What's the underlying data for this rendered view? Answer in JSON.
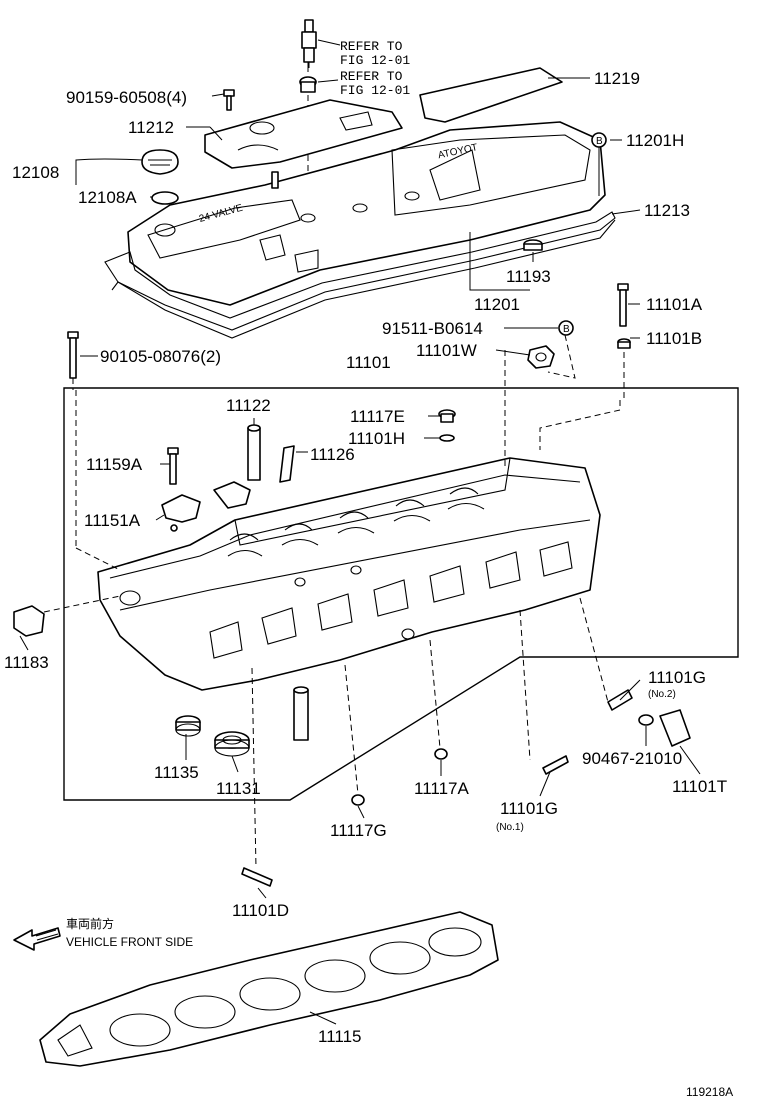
{
  "diagram_id": "119218A",
  "direction_note": {
    "jp": "車両前方",
    "en": "VEHICLE FRONT SIDE"
  },
  "cover_text": {
    "brand": "TOYOTA",
    "valve": "24 VALVE"
  },
  "labels": {
    "refer_1a": "REFER TO",
    "refer_1b": "FIG 12-01",
    "refer_2a": "REFER TO",
    "refer_2b": "FIG 12-01",
    "p90159": "90159-60508(4)",
    "p11219": "11219",
    "p11212": "11212",
    "p11201H": "11201H",
    "p12108": "12108",
    "p12108A": "12108A",
    "p11213": "11213",
    "p11193": "11193",
    "p11201": "11201",
    "p11101A": "11101A",
    "p91511": "91511-B0614",
    "p11101B": "11101B",
    "p90105": "90105-08076(2)",
    "p11101W": "11101W",
    "p11101": "11101",
    "p11122": "11122",
    "p11117E": "11117E",
    "p11101H": "11101H",
    "p11126": "11126",
    "p11159A": "11159A",
    "p11151A": "11151A",
    "p11183": "11183",
    "p11101G_2": "11101G",
    "p11101G_2_note": "(No.2)",
    "p90467": "90467-21010",
    "p11101T": "11101T",
    "p11135": "11135",
    "p11131": "11131",
    "p11117A": "11117A",
    "p11101G_1": "11101G",
    "p11101G_1_note": "(No.1)",
    "p11117G": "11117G",
    "p11101D": "11101D",
    "p11115": "11115",
    "circle_b": "B"
  }
}
